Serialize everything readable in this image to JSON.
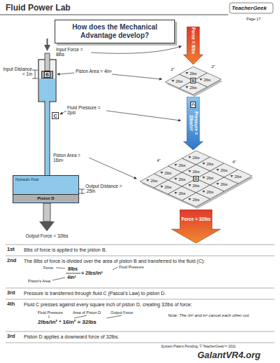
{
  "diagram": {
    "title": "How does the Mechanical Advantage develop?",
    "nodes": [
      {
        "text": [
          "B"
        ]
      },
      {
        "text": [
          "C"
        ]
      },
      {
        "text": [
          "Hydraulic Fluid"
        ]
      },
      {
        "text": [
          "Piston D"
        ],
        "in": 2
      },
      {
        "text": [
          "Force = 8lbs"
        ]
      },
      {
        "text": [
          "C",
          "Pressure = 2lbs/in²"
        ]
      },
      {
        "text": [
          "Force = 32lbs"
        ]
      }
    ],
    "labels": [
      "Fluid Power Lab",
      "TeacherGeek",
      "Page 17",
      "Input Force = 8lbs",
      "Input Distance = 1in",
      "Piston Area = 4in²",
      "Fluid Pressure = 2psi",
      "Piston Area = 16in²",
      "Output Distance = .25in",
      "Output Force = 32lbs",
      "2\"",
      "2\"",
      "2lbs",
      "2lbs",
      "2lbs",
      "2lbs",
      "B",
      "4\"",
      "4\"",
      "2lbs",
      "2lbs",
      "2lbs",
      "2lbs",
      "2lbs",
      "2lbs",
      "2lbs",
      "2lbs",
      "2lbs",
      "2lbs",
      "2lbs",
      "2lbs",
      "2lbs",
      "2lbs",
      "2lbs",
      "2lbs",
      "D",
      "1st",
      "8lbs of force is applied to the piston B.",
      "2nd",
      "The 8lbs of force is divided over the area of piston B and transferred to the fluid (C):",
      "Force",
      "8lbs",
      "4in²",
      "= 2lbs/in²",
      "Fluid Pressure",
      "Piston's Area",
      "3rd",
      "Pressure is transferred through fluid C (Pascal's Law) to piston D.",
      "4th",
      "Fluid C presses against every square inch of piston D, creating 32lbs of force:",
      "Fluid Pressure",
      "Area of Piston D",
      "Output Force",
      "2lbs/in² * 16in² = 32lbs",
      "Note: The /in² and in² cancel each other out.",
      "3rd",
      "Piston D applies a downward force of 32lbs.",
      "System Patent Pending, © TeacherGeek™ 2011",
      "GalantVR4.org"
    ]
  }
}
